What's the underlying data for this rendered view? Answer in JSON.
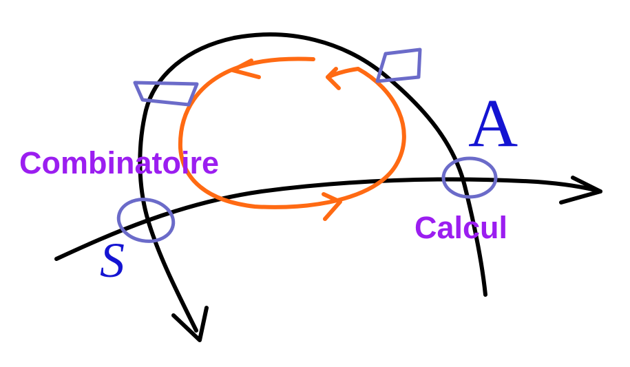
{
  "labels": {
    "combinatoire": "Combinatoire",
    "calcul": "Calcul",
    "s": "S",
    "a": "A"
  },
  "colors": {
    "black_curve": "#000000",
    "orange_cycle": "#ff6a13",
    "blue_marks": "#6b6bc9",
    "purple_text": "#9b1ef0",
    "blue_letters": "#1414d2"
  }
}
